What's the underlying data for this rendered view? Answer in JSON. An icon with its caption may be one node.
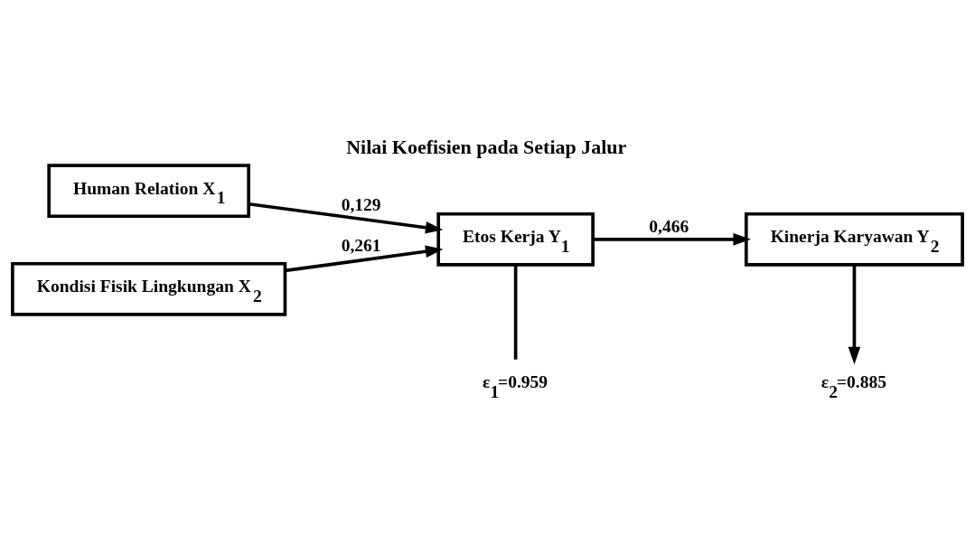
{
  "diagram": {
    "title": "Nilai Koefisien pada Setiap Jalur",
    "nodes": [
      {
        "text": [
          "Human Relation X$_{1}$"
        ]
      },
      {
        "text": [
          "Kondisi Fisik Lingkungan X$_{2}$"
        ]
      },
      {
        "text": [
          "Etos Kerja Y$_{1}$"
        ]
      },
      {
        "text": [
          "Kinerja Karyawan Y$_{2}$"
        ]
      },
      {
        "text": [
          "ε$_{1}$=0.959"
        ]
      },
      {
        "text": [
          "ε$_{2}$=0.885"
        ]
      }
    ],
    "edges": [
      {
        "from": 0,
        "to": 2,
        "arrow": "to",
        "label": "0,129"
      },
      {
        "from": 1,
        "to": 2,
        "arrow": "to",
        "label": "0,261"
      },
      {
        "from": 2,
        "to": 3,
        "arrow": "to",
        "label": "0,466"
      },
      {
        "from": 2,
        "to": 4,
        "arrow": "none"
      },
      {
        "from": 3,
        "to": 5,
        "arrow": "to"
      }
    ]
  }
}
